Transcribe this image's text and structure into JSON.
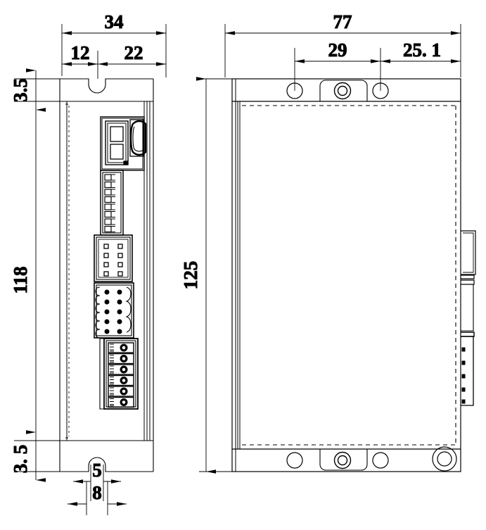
{
  "drawing": {
    "type": "engineering-dimensional-drawing",
    "title": "Stepper Motor Driver Outline Dimensions",
    "units": "mm",
    "projection": "two-view orthographic (side view and front view)",
    "line_color": "#000000",
    "background_color": "#ffffff",
    "hidden_line_style": "dashed",
    "views": [
      {
        "name": "side-view",
        "position": "left",
        "description": "Side/end view showing connector face with display, USB port, DIP switches and terminal blocks"
      },
      {
        "name": "front-view",
        "position": "right",
        "description": "Front view showing mounting flanges with screw holes"
      }
    ]
  },
  "dimensions": {
    "side_overall_width": "34",
    "side_left_segment": "12",
    "side_right_segment": "22",
    "side_overall_height": "118",
    "flange_thickness_top": "3.5",
    "flange_thickness_bottom": "3. 5",
    "slot_inner_width": "5",
    "slot_outer_width": "8",
    "front_overall_width": "77",
    "front_hole_spacing_left": "29",
    "front_hole_spacing_right": "25. 1",
    "front_overall_height": "125"
  },
  "components": {
    "display": {
      "name": "seven-segment-display",
      "digits": 1,
      "decimal_point": true
    },
    "usb_port": {
      "name": "usb-connector",
      "orientation": "vertical"
    },
    "dip_switch": {
      "name": "dip-switch-bank",
      "positions": 8
    },
    "header_8pin": {
      "name": "pin-header-8",
      "rows": 2,
      "columns": 4,
      "pin_shape": "square"
    },
    "connector_10pin": {
      "name": "connector-10",
      "rows": 2,
      "columns": 5,
      "pin_shape": "round"
    },
    "terminal_block": {
      "name": "screw-terminal-block",
      "positions": 6
    }
  },
  "front_view_holes": {
    "top_row": [
      {
        "name": "mounting-hole-top-left",
        "style": "plain"
      },
      {
        "name": "mounting-hole-top-center",
        "style": "counterbored"
      },
      {
        "name": "mounting-hole-top-right",
        "style": "plain"
      }
    ],
    "bottom_row": [
      {
        "name": "mounting-hole-bottom-left",
        "style": "plain"
      },
      {
        "name": "mounting-hole-bottom-center",
        "style": "counterbored"
      },
      {
        "name": "mounting-hole-bottom-right",
        "style": "plain"
      },
      {
        "name": "mounting-hole-bottom-far-right",
        "style": "counterbored-large"
      }
    ]
  }
}
